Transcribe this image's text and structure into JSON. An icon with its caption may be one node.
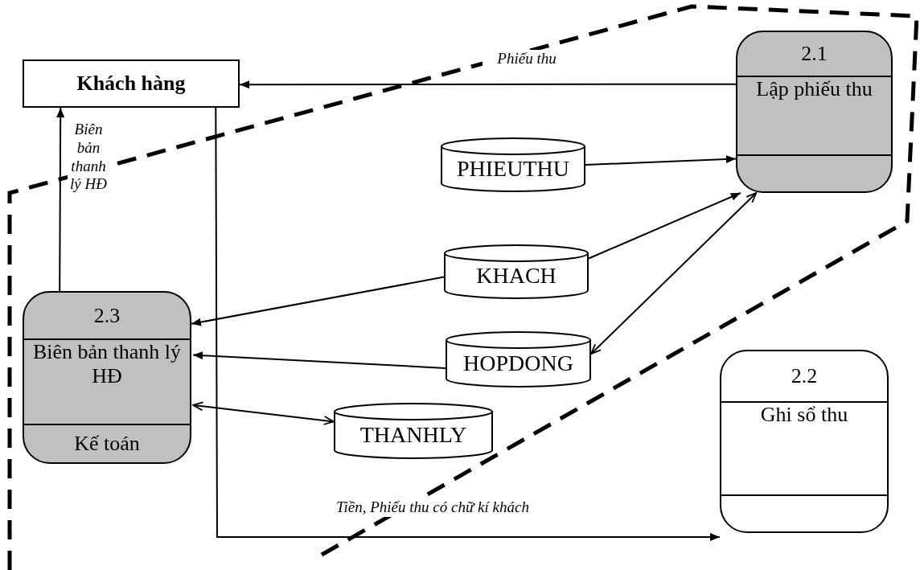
{
  "diagram": {
    "nodes": [
      {
        "text": [
          "Khách hàng"
        ]
      },
      {
        "text": [
          "2.1",
          "Lập phiếu thu"
        ]
      },
      {
        "text": [
          "PHIEUTHU"
        ]
      },
      {
        "text": [
          "KHACH"
        ]
      },
      {
        "text": [
          "2.3",
          "Biên bản thanh lý HĐ",
          "Kế toán"
        ]
      },
      {
        "text": [
          "HOPDONG"
        ]
      },
      {
        "text": [
          "THANHLY"
        ]
      },
      {
        "text": [
          "2.2",
          "Ghi sổ thu"
        ]
      }
    ],
    "edges": [
      {
        "from": 1,
        "to": 0,
        "arrow": "to",
        "label": "Phiếu thu"
      },
      {
        "from": 4,
        "to": 0,
        "arrow": "to",
        "label": "Biên bản thanh lý HĐ"
      },
      {
        "from": 2,
        "to": 1,
        "arrow": "to"
      },
      {
        "from": 3,
        "to": 1,
        "arrow": "to"
      },
      {
        "from": 3,
        "to": 4,
        "arrow": "to"
      },
      {
        "from": 5,
        "to": 1,
        "arrow": "both"
      },
      {
        "from": 5,
        "to": 4,
        "arrow": "to"
      },
      {
        "from": 6,
        "to": 4,
        "arrow": "both"
      },
      {
        "from": 0,
        "to": 7,
        "arrow": "to",
        "label": "Tiền, Phiếu thu có chữ kí khách"
      }
    ]
  }
}
